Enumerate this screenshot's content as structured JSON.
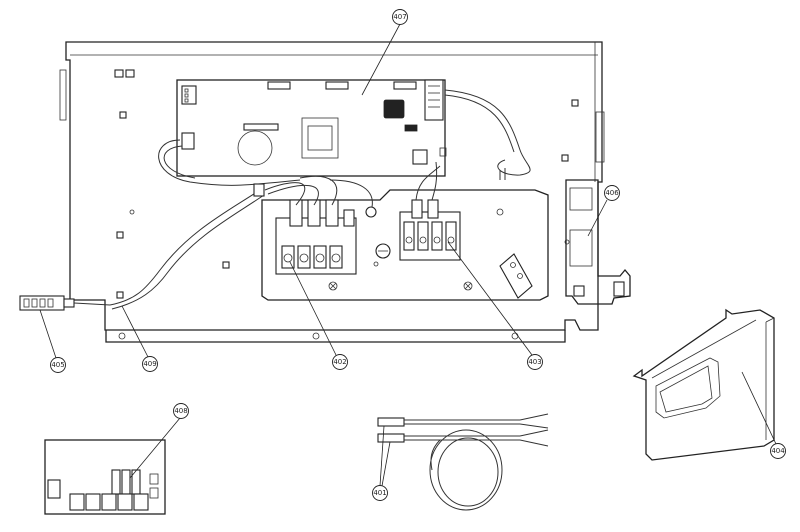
{
  "callouts": {
    "c401": "401",
    "c402": "402",
    "c403": "403",
    "c404": "404",
    "c405": "405",
    "c406": "406",
    "c407": "407",
    "c408": "408",
    "c409": "409"
  }
}
